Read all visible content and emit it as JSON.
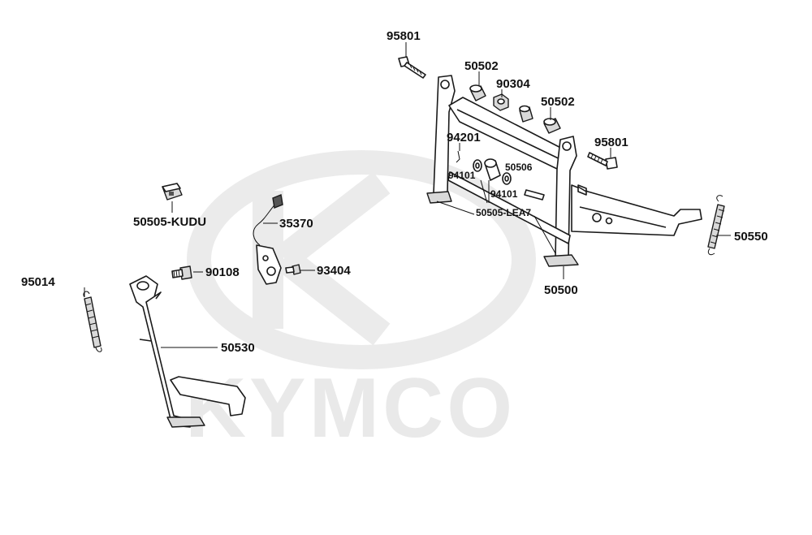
{
  "watermark": {
    "text": "KYMCO",
    "color": "#e9e9e9"
  },
  "parts": [
    {
      "id": "p95801a",
      "label": "95801",
      "name": "bolt-upper-left"
    },
    {
      "id": "p50502a",
      "label": "50502",
      "name": "collar-left"
    },
    {
      "id": "p90304",
      "label": "90304",
      "name": "nut"
    },
    {
      "id": "p50502b",
      "label": "50502",
      "name": "collar-right"
    },
    {
      "id": "p95801b",
      "label": "95801",
      "name": "bolt-right"
    },
    {
      "id": "p94201",
      "label": "94201",
      "name": "cotter-pin"
    },
    {
      "id": "p94101a",
      "label": "94101",
      "name": "washer-left"
    },
    {
      "id": "p50506",
      "label": "50506",
      "name": "pivot-collar"
    },
    {
      "id": "p94101b",
      "label": "94101",
      "name": "washer-right"
    },
    {
      "id": "p50505lea7",
      "label": "50505-LEA7",
      "name": "rubber-bumper-main"
    },
    {
      "id": "p50505kudu",
      "label": "50505-KUDU",
      "name": "rubber-bumper-side"
    },
    {
      "id": "p35370",
      "label": "35370",
      "name": "side-stand-switch"
    },
    {
      "id": "p90108",
      "label": "90108",
      "name": "screw"
    },
    {
      "id": "p93404",
      "label": "93404",
      "name": "small-screw"
    },
    {
      "id": "p50550",
      "label": "50550",
      "name": "main-stand-spring"
    },
    {
      "id": "p50500",
      "label": "50500",
      "name": "main-stand"
    },
    {
      "id": "p95014",
      "label": "95014",
      "name": "side-stand-spring"
    },
    {
      "id": "p50530",
      "label": "50530",
      "name": "side-stand"
    }
  ]
}
